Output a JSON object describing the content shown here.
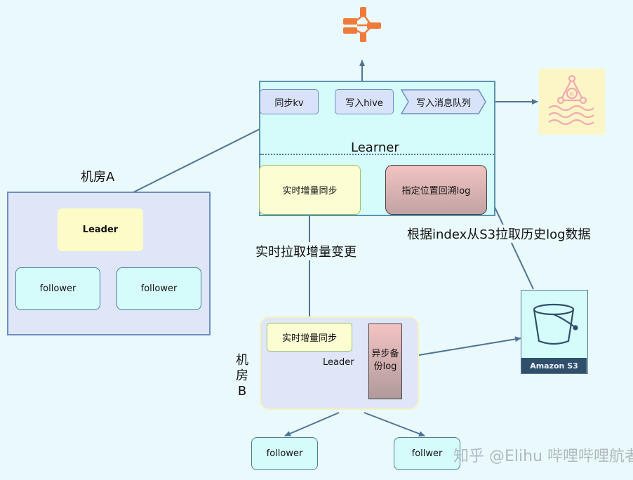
{
  "room_a": {
    "title": "机房A",
    "leader": "Leader",
    "follower_1": "follower",
    "follower_2": "follower"
  },
  "learner": {
    "title": "Learner",
    "sync_kv": "同步kv",
    "write_hive": "写入hive",
    "write_mq": "写入消息队列",
    "realtime_sync": "实时增量同步",
    "replay_log": "指定位置回溯log"
  },
  "edges": {
    "pull_changes": "实时拉取增量变更",
    "pull_history": "根据index从S3拉取历史log数据"
  },
  "room_b": {
    "title_chars": [
      "机",
      "房",
      "B"
    ],
    "realtime_sync": "实时增量同步",
    "leader": "Leader",
    "async_backup_line1": "异步备",
    "async_backup_line2": "份log",
    "follower_1": "follower",
    "follower_2": "follwer"
  },
  "s3": {
    "label": "Amazon S3"
  },
  "icons": {
    "hive": "hive-icon",
    "kafka": "kafka-icon",
    "s3": "s3-bucket-icon"
  },
  "watermark": "知乎 @Elihu 哔哩哔哩航者",
  "colors": {
    "line": "#4f7394",
    "orange": "#ef7b3b",
    "pink": "#f4a9b0"
  }
}
